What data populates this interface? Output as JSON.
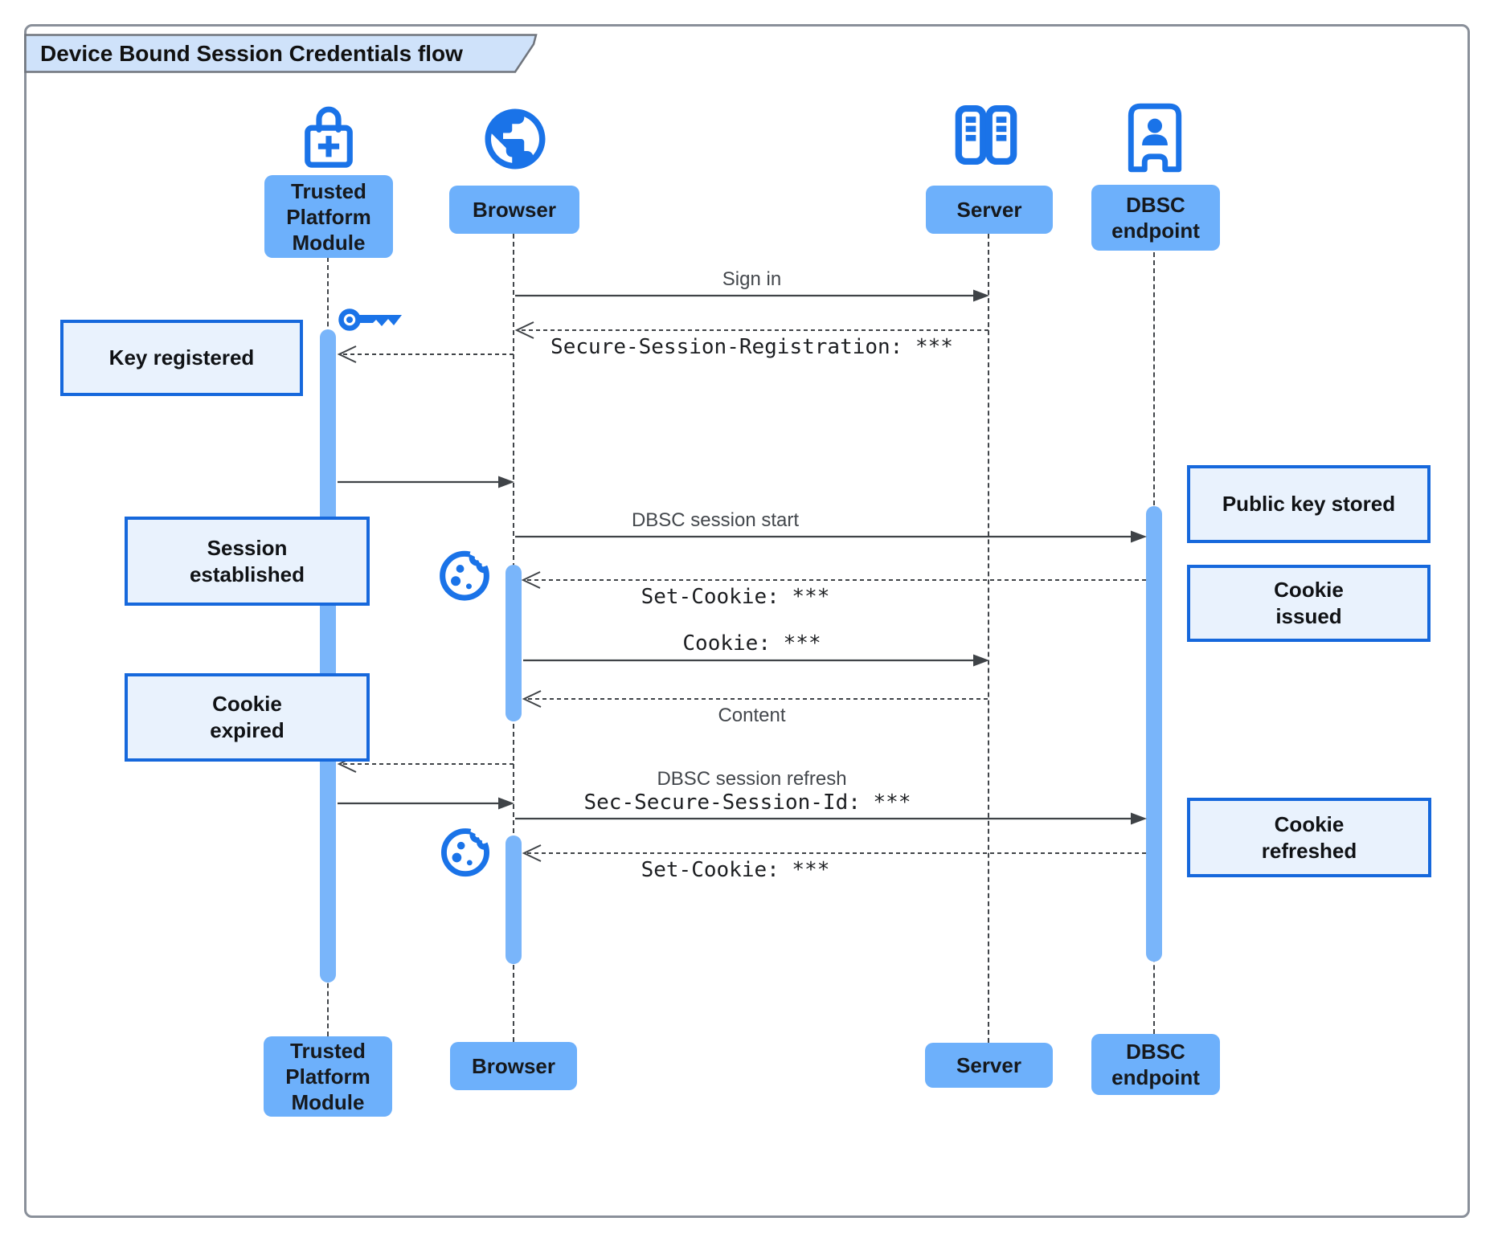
{
  "title": "Device Bound Session Credentials flow",
  "actors": [
    {
      "id": "tpm",
      "label": "Trusted\nPlatform\nModule",
      "icon": "lock-plus-icon"
    },
    {
      "id": "browser",
      "label": "Browser",
      "icon": "globe-icon"
    },
    {
      "id": "server",
      "label": "Server",
      "icon": "server-rack-icon"
    },
    {
      "id": "dbsc",
      "label": "DBSC\nendpoint",
      "icon": "door-person-icon"
    }
  ],
  "messages": [
    {
      "id": "sign-in",
      "from": "browser",
      "to": "server",
      "style": "solid",
      "label": "Sign in"
    },
    {
      "id": "secure-session-registration",
      "from": "server",
      "to": "browser",
      "style": "dashed",
      "code": "Secure-Session-Registration: ***"
    },
    {
      "id": "key-registration-request",
      "from": "browser",
      "to": "tpm",
      "style": "dashed",
      "label": ""
    },
    {
      "id": "key-registration-done",
      "from": "tpm",
      "to": "browser",
      "style": "solid",
      "label": ""
    },
    {
      "id": "dbsc-session-start",
      "from": "browser",
      "to": "dbsc",
      "style": "solid",
      "label": "DBSC session start"
    },
    {
      "id": "set-cookie-1",
      "from": "dbsc",
      "to": "browser",
      "style": "dashed",
      "code": "Set-Cookie: ***"
    },
    {
      "id": "cookie",
      "from": "browser",
      "to": "server",
      "style": "solid",
      "code": "Cookie: ***"
    },
    {
      "id": "content",
      "from": "server",
      "to": "browser",
      "style": "dashed",
      "label": "Content"
    },
    {
      "id": "cookie-expired-request",
      "from": "browser",
      "to": "tpm",
      "style": "dashed",
      "label": ""
    },
    {
      "id": "cookie-refresh-key",
      "from": "tpm",
      "to": "browser",
      "style": "solid",
      "label": ""
    },
    {
      "id": "dbsc-session-refresh",
      "from": "browser",
      "to": "dbsc",
      "style": "solid",
      "label": "DBSC session refresh",
      "code": "Sec-Secure-Session-Id: ***"
    },
    {
      "id": "set-cookie-2",
      "from": "dbsc",
      "to": "browser",
      "style": "dashed",
      "code": "Set-Cookie: ***"
    }
  ],
  "notes": [
    {
      "id": "key-registered",
      "text": "Key registered"
    },
    {
      "id": "session-established",
      "text": "Session\nestablished"
    },
    {
      "id": "cookie-expired",
      "text": "Cookie\nexpired"
    },
    {
      "id": "public-key-stored",
      "text": "Public key stored"
    },
    {
      "id": "cookie-issued",
      "text": "Cookie\nissued"
    },
    {
      "id": "cookie-refreshed",
      "text": "Cookie\nrefreshed"
    }
  ],
  "colors": {
    "accent": "#1a73e8",
    "actor_fill": "#6db0fb",
    "activation_fill": "#79b5fa",
    "note_fill": "#e9f2fd",
    "note_border": "#1668dc",
    "tab_fill": "#cfe2fa",
    "line": "#3f4347"
  }
}
